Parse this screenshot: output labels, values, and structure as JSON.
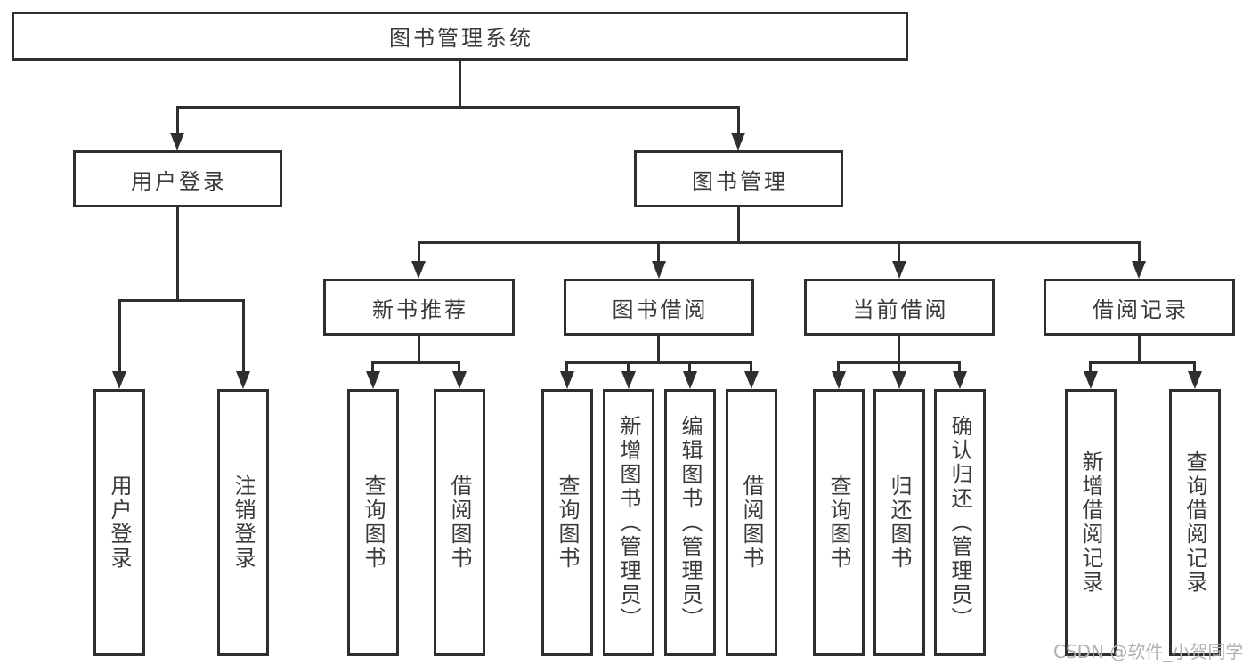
{
  "diagram": {
    "nodes": {
      "root": {
        "label": "图书管理系统"
      },
      "user_login": {
        "label": "用户登录"
      },
      "book_mgmt": {
        "label": "图书管理"
      },
      "new_book_rec": {
        "label": "新书推荐"
      },
      "book_borrow": {
        "label": "图书借阅"
      },
      "current_borrow": {
        "label": "当前借阅"
      },
      "borrow_record": {
        "label": "借阅记录"
      },
      "leaf_user_login": {
        "label": "用户登录"
      },
      "leaf_logout": {
        "label": "注销登录"
      },
      "leaf_query_book_new": {
        "label": "查询图书"
      },
      "leaf_borrow_book_new": {
        "label": "借阅图书"
      },
      "leaf_query_book_borrow": {
        "label": "查询图书"
      },
      "leaf_add_book": {
        "label": "新增图书（管理员）"
      },
      "leaf_edit_book": {
        "label": "编辑图书（管理员）"
      },
      "leaf_borrow_book": {
        "label": "借阅图书"
      },
      "leaf_query_book_current": {
        "label": "查询图书"
      },
      "leaf_return_book": {
        "label": "归还图书"
      },
      "leaf_confirm_return": {
        "label": "确认归还（管理员）"
      },
      "leaf_add_record": {
        "label": "新增借阅记录"
      },
      "leaf_query_record": {
        "label": "查询借阅记录"
      }
    },
    "colors": {
      "line": "#2f2f2f",
      "text": "#3a3a3a",
      "background": "#ffffff",
      "watermark": "#b0b0b0"
    }
  },
  "watermark": {
    "text": "CSDN @软件_小贺同学"
  }
}
